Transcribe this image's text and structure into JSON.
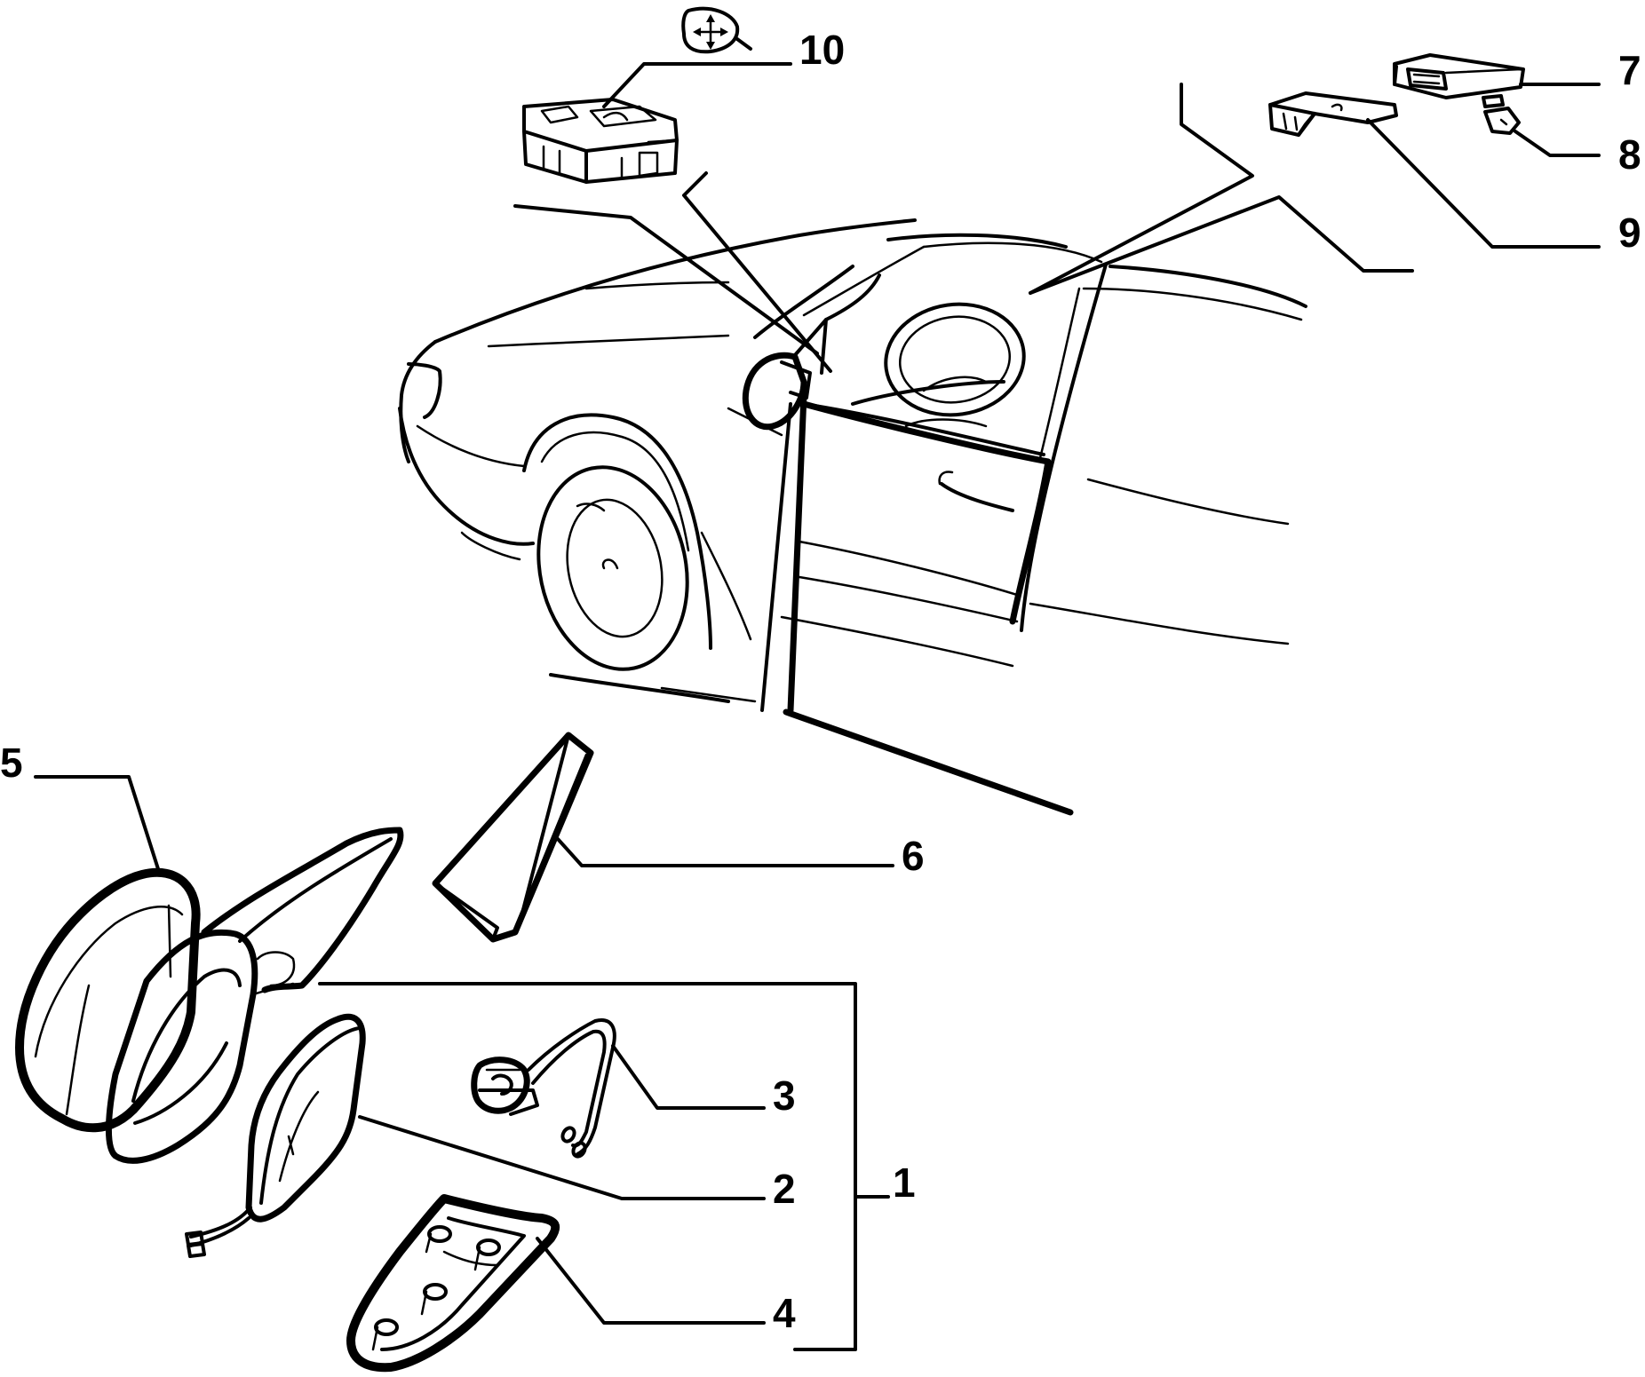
{
  "callouts": {
    "c1": "1",
    "c2": "2",
    "c3": "3",
    "c4": "4",
    "c5": "5",
    "c6": "6",
    "c7": "7",
    "c8": "8",
    "c9": "9",
    "c10": "10"
  },
  "icons": {
    "adjust_symbol": "mirror-adjust-arrows-icon"
  },
  "colors": {
    "ink": "#000000",
    "paper": "#ffffff"
  }
}
